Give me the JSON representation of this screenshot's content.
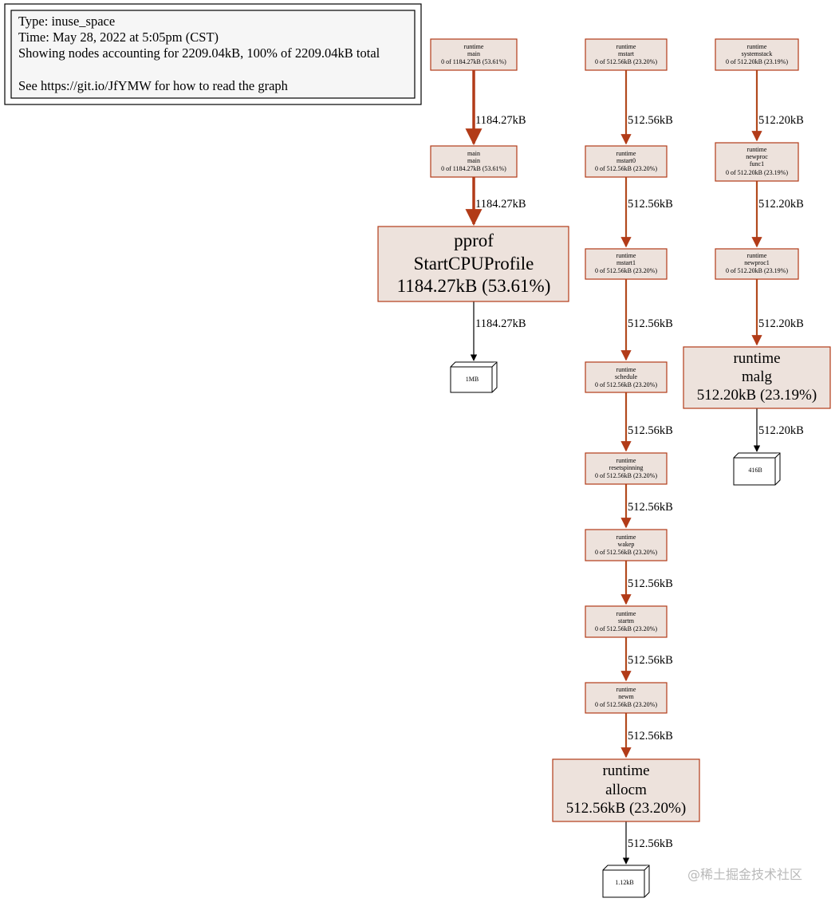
{
  "legend": {
    "type": "Type: inuse_space",
    "time": "Time: May 28, 2022 at 5:05pm (CST)",
    "showing": "Showing nodes accounting for 2209.04kB, 100% of 2209.04kB total",
    "see": "See https://git.io/JfYMW for how to read the graph"
  },
  "nodes": {
    "runtime_main": {
      "lines": [
        "runtime",
        "main",
        "0 of 1184.27kB (53.61%)"
      ]
    },
    "main_main": {
      "lines": [
        "main",
        "main",
        "0 of 1184.27kB (53.61%)"
      ]
    },
    "pprof_start": {
      "lines": [
        "pprof",
        "StartCPUProfile",
        "1184.27kB (53.61%)"
      ]
    },
    "box_1mb": {
      "label": "1MB"
    },
    "runtime_mstart": {
      "lines": [
        "runtime",
        "mstart",
        "0 of 512.56kB (23.20%)"
      ]
    },
    "runtime_mstart0": {
      "lines": [
        "runtime",
        "mstart0",
        "0 of 512.56kB (23.20%)"
      ]
    },
    "runtime_mstart1": {
      "lines": [
        "runtime",
        "mstart1",
        "0 of 512.56kB (23.20%)"
      ]
    },
    "runtime_schedule": {
      "lines": [
        "runtime",
        "schedule",
        "0 of 512.56kB (23.20%)"
      ]
    },
    "runtime_resetspinning": {
      "lines": [
        "runtime",
        "resetspinning",
        "0 of 512.56kB (23.20%)"
      ]
    },
    "runtime_wakep": {
      "lines": [
        "runtime",
        "wakep",
        "0 of 512.56kB (23.20%)"
      ]
    },
    "runtime_startm": {
      "lines": [
        "runtime",
        "startm",
        "0 of 512.56kB (23.20%)"
      ]
    },
    "runtime_newm": {
      "lines": [
        "runtime",
        "newm",
        "0 of 512.56kB (23.20%)"
      ]
    },
    "runtime_allocm": {
      "lines": [
        "runtime",
        "allocm",
        "512.56kB (23.20%)"
      ]
    },
    "box_112kb": {
      "label": "1.12kB"
    },
    "runtime_systemstack": {
      "lines": [
        "runtime",
        "systemstack",
        "0 of 512.20kB (23.19%)"
      ]
    },
    "runtime_newproc_func1": {
      "lines": [
        "runtime",
        "newproc",
        "func1",
        "0 of 512.20kB (23.19%)"
      ]
    },
    "runtime_newproc1": {
      "lines": [
        "runtime",
        "newproc1",
        "0 of 512.20kB (23.19%)"
      ]
    },
    "runtime_malg": {
      "lines": [
        "runtime",
        "malg",
        "512.20kB (23.19%)"
      ]
    },
    "box_416b": {
      "label": "416B"
    }
  },
  "edges": {
    "e1": "1184.27kB",
    "e2": "1184.27kB",
    "e3": "1184.27kB",
    "e4": "512.56kB",
    "e5": "512.56kB",
    "e6": "512.56kB",
    "e7": "512.56kB",
    "e8": "512.56kB",
    "e9": "512.56kB",
    "e10": "512.56kB",
    "e11": "512.56kB",
    "e12": "512.56kB",
    "e13": "512.20kB",
    "e14": "512.20kB",
    "e15": "512.20kB",
    "e16": "512.20kB"
  },
  "watermark": "@稀土掘金技术社区",
  "colors": {
    "node_fill": "#ede2dc",
    "node_border": "#b23b18",
    "edge_heavy": "#b23b18",
    "edge_medium": "#b24a1e",
    "edge_to_box": "#000000"
  }
}
